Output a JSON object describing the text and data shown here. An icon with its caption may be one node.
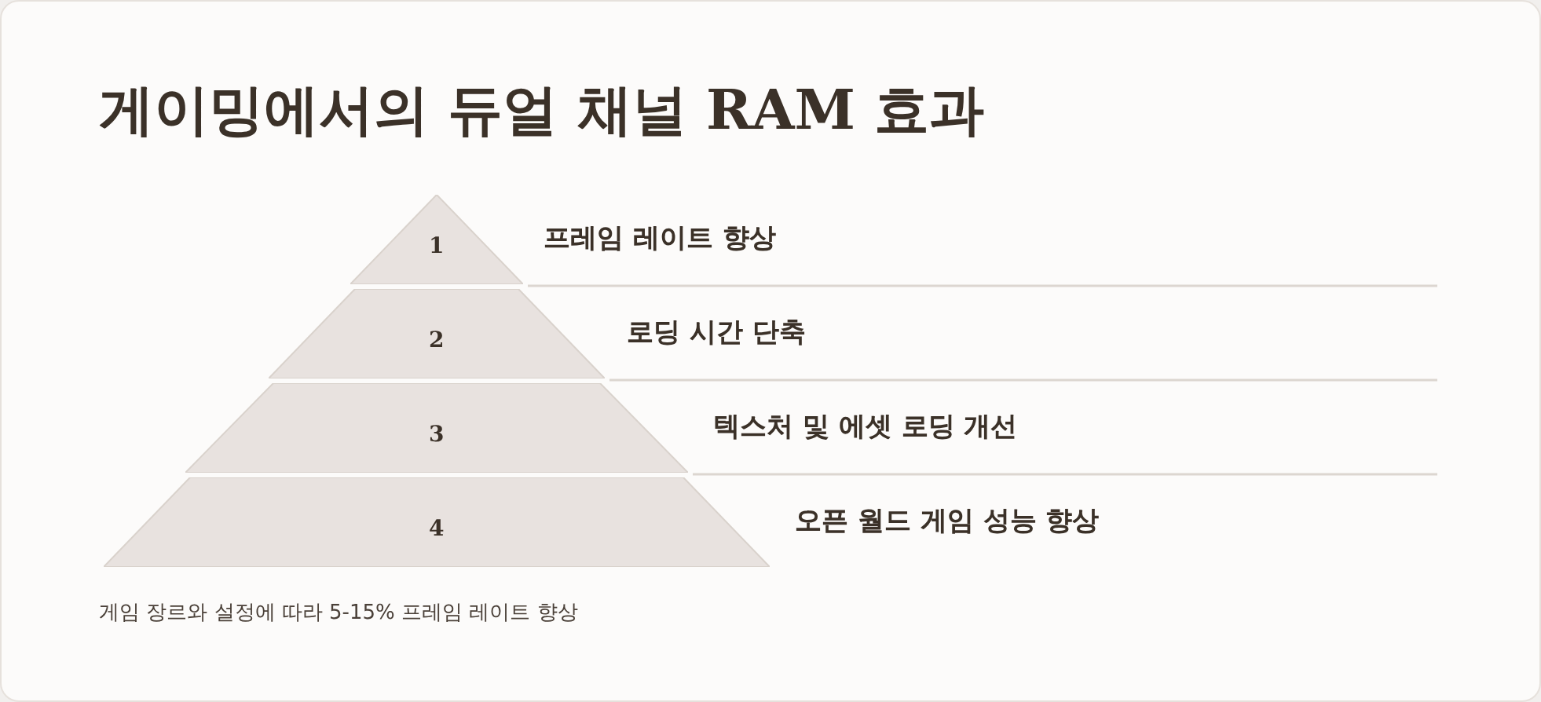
{
  "diagram": {
    "title": "게이밍에서의 듀얼 채널 RAM 효과",
    "caption": "게임 장르와 설정에 따라 5-15% 프레임 레이트 향상",
    "nodes": [
      {
        "text": [
          "1"
        ],
        "beside": [
          "프레임 레이트 향상"
        ]
      },
      {
        "text": [
          "2"
        ],
        "beside": [
          "로딩 시간 단축"
        ]
      },
      {
        "text": [
          "3"
        ],
        "beside": [
          "텍스처 및 에셋 로딩 개선"
        ]
      },
      {
        "text": [
          "4"
        ],
        "beside": [
          "오픈 월드 게임 성능 향상"
        ]
      }
    ],
    "edges": []
  }
}
